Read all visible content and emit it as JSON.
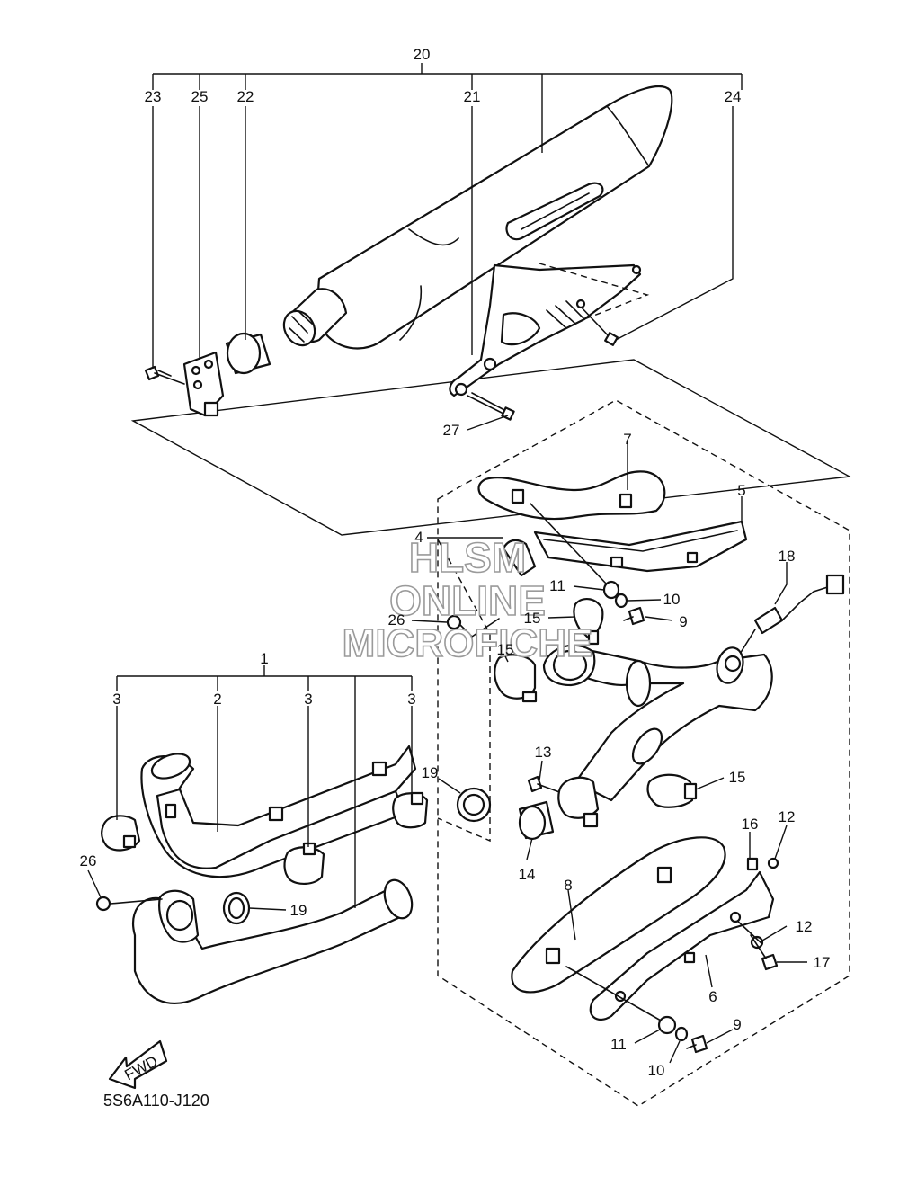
{
  "diagram_code": "5S6A110-J120",
  "fwd_label": "FWD",
  "watermark": {
    "line1": "HLSM",
    "line2": "ONLINE",
    "line3": "MICROFICHE"
  },
  "callouts": {
    "c20": "20",
    "c23": "23",
    "c25": "25",
    "c22": "22",
    "c21": "21",
    "c24": "24",
    "c27": "27",
    "c7": "7",
    "c5": "5",
    "c4": "4",
    "c18": "18",
    "c11a": "11",
    "c10a": "10",
    "c9a": "9",
    "c26a": "26",
    "c15a": "15",
    "c15b": "15",
    "c1": "1",
    "c3a": "3",
    "c2": "2",
    "c3b": "3",
    "c3c": "3",
    "c19a": "19",
    "c13": "13",
    "c15c": "15",
    "c16": "16",
    "c12a": "12",
    "c8": "8",
    "c14": "14",
    "c26b": "26",
    "c19b": "19",
    "c12b": "12",
    "c17": "17",
    "c6": "6",
    "c11b": "11",
    "c9b": "9",
    "c10b": "10"
  }
}
